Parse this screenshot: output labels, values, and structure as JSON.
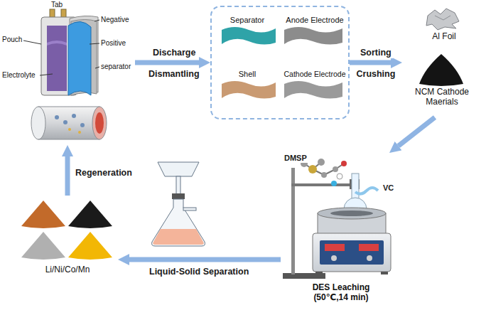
{
  "diagram": {
    "nodes": [
      {
        "text": [
          "Tab",
          "Pouch",
          "Electrolyte",
          "Negative",
          "Positive",
          "separator"
        ]
      },
      {
        "text": []
      },
      {
        "text": [
          "Separator"
        ],
        "in": 1
      },
      {
        "text": [
          "Anode Electrode"
        ],
        "in": 1
      },
      {
        "text": [
          "Shell"
        ],
        "in": 1
      },
      {
        "text": [
          "Cathode Electrode"
        ],
        "in": 1
      },
      {
        "text": [
          "Al Foil"
        ]
      },
      {
        "text": [
          "NCM Cathode Maerials"
        ]
      },
      {
        "text": [
          "DES Leaching (50℃,14 min)"
        ]
      },
      {
        "text": [
          "Li/Ni/Co/Mn"
        ]
      },
      {
        "text": []
      }
    ],
    "edges": [
      {
        "from": 0,
        "to": 1,
        "arrow": "to",
        "label": "Discharge"
      },
      {
        "from": 1,
        "to": 7,
        "arrow": "to",
        "label": "Sorting"
      },
      {
        "from": 7,
        "to": 8,
        "arrow": "to"
      },
      {
        "from": 8,
        "to": 9,
        "arrow": "to",
        "label": "Liquid-Solid Separation"
      },
      {
        "from": 9,
        "to": 10,
        "arrow": "to",
        "label": "Regeneration"
      }
    ],
    "labels": [
      "Dismantling",
      "Crushing",
      "DMSP",
      "VC"
    ]
  }
}
